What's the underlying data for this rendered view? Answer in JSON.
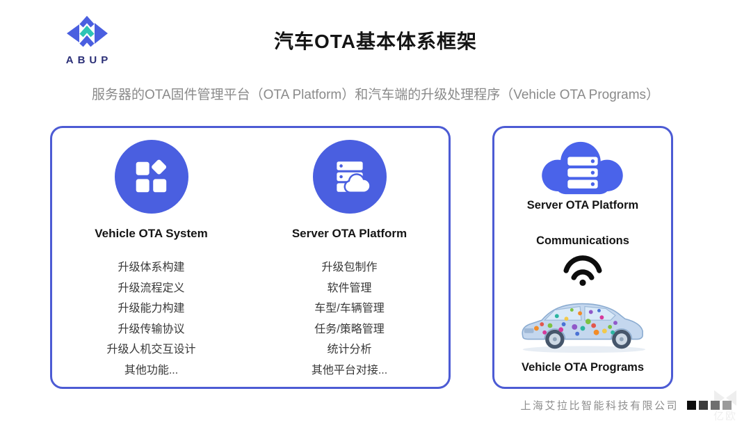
{
  "page": {
    "title": "汽车OTA基本体系框架",
    "subtitle": "服务器的OTA固件管理平台（OTA Platform）和汽车端的升级处理程序（Vehicle OTA Programs）"
  },
  "logo": {
    "text": "ABUP"
  },
  "left_panel": {
    "columns": [
      {
        "icon": "app-grid-diamond-icon",
        "title": "Vehicle OTA System",
        "items": [
          "升级体系构建",
          "升级流程定义",
          "升级能力构建",
          "升级传输协议",
          "升级人机交互设计",
          "其他功能..."
        ]
      },
      {
        "icon": "server-cloud-icon",
        "title": "Server OTA Platform",
        "items": [
          "升级包制作",
          "软件管理",
          "车型/车辆管理",
          "任务/策略管理",
          "统计分析",
          "其他平台对接..."
        ]
      }
    ]
  },
  "right_panel": {
    "cloud_icon": "cloud-server-icon",
    "server_label": "Server OTA Platform",
    "comms_label": "Communications",
    "wifi_icon": "wifi-icon",
    "car_image": "transparent-car-with-ecus",
    "vehicle_label": "Vehicle OTA Programs"
  },
  "footer": {
    "company": "上海艾拉比智能科技有限公司",
    "watermark": "亿欧"
  },
  "colors": {
    "accent_blue": "#4a5fe0",
    "border_blue": "#4c5bd4",
    "logo_teal": "#2ec4b6",
    "logo_navy": "#2b2f77",
    "subtitle_gray": "#8a8a8a",
    "footer_gray": "#8d8d8d"
  }
}
